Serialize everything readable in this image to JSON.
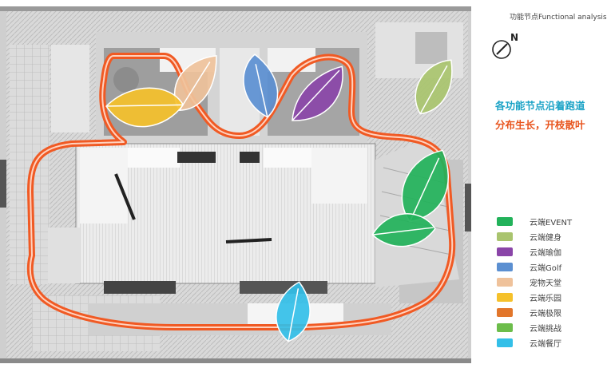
{
  "header": {
    "title": "功能节点Functional analysis"
  },
  "compass": {
    "label": "N"
  },
  "slogan": {
    "line1": "各功能节点沿着跑道",
    "line2": "分布生长，开枝散叶"
  },
  "legend": [
    {
      "label": "云端EVENT",
      "color": "#22b25a"
    },
    {
      "label": "云端健身",
      "color": "#a9c46e"
    },
    {
      "label": "云端瑜伽",
      "color": "#8a45a8"
    },
    {
      "label": "云端Golf",
      "color": "#5b8fd1"
    },
    {
      "label": "宠物天堂",
      "color": "#efc29b"
    },
    {
      "label": "云端乐园",
      "color": "#f5c12b"
    },
    {
      "label": "云端极限",
      "color": "#e2762b"
    },
    {
      "label": "云端挑战",
      "color": "#6cbd4b"
    },
    {
      "label": "云端餐厅",
      "color": "#33bfe8"
    }
  ],
  "colors": {
    "track": "#f05a24",
    "slogan1": "#1ba3c6",
    "slogan2": "#e8541d"
  }
}
